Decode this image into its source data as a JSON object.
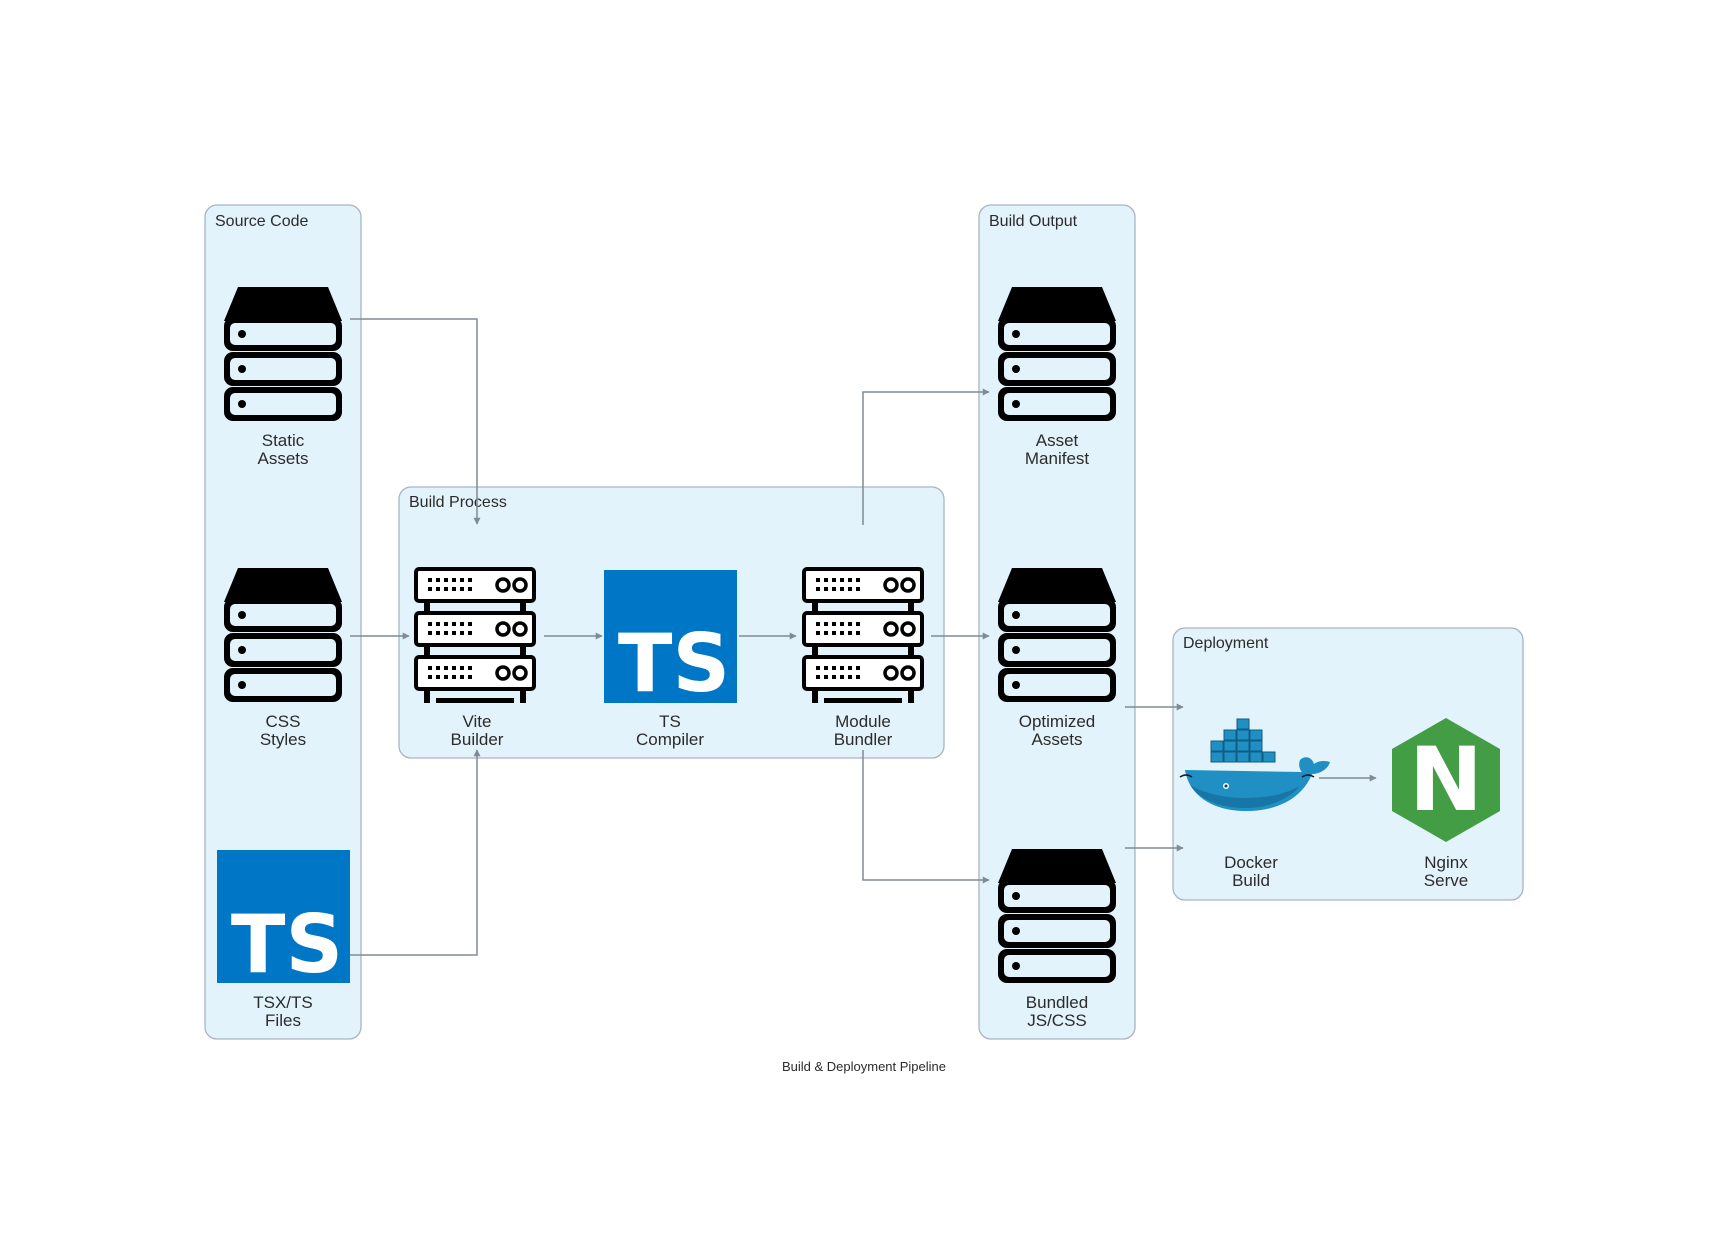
{
  "diagram": {
    "caption": "Build & Deployment Pipeline",
    "clusters": {
      "source": "Source Code",
      "build": "Build Process",
      "output": "Build Output",
      "deploy": "Deployment"
    },
    "nodes": {
      "static_assets": [
        "Static",
        "Assets"
      ],
      "css_styles": [
        "CSS",
        "Styles"
      ],
      "tsx_files": [
        "TSX/TS",
        "Files"
      ],
      "vite_builder": [
        "Vite",
        "Builder"
      ],
      "ts_compiler": [
        "TS",
        "Compiler"
      ],
      "module_bundler": [
        "Module",
        "Bundler"
      ],
      "asset_manifest": [
        "Asset",
        "Manifest"
      ],
      "optimized_assets": [
        "Optimized",
        "Assets"
      ],
      "bundled_js_css": [
        "Bundled",
        "JS/CSS"
      ],
      "docker_build": [
        "Docker",
        "Build"
      ],
      "nginx_serve": [
        "Nginx",
        "Serve"
      ]
    },
    "icons": {
      "static_assets": "storage-icon",
      "css_styles": "storage-icon",
      "tsx_files": "typescript-icon",
      "vite_builder": "server-rack-icon",
      "ts_compiler": "typescript-icon",
      "module_bundler": "server-rack-icon",
      "asset_manifest": "storage-icon",
      "optimized_assets": "storage-icon",
      "bundled_js_css": "storage-icon",
      "docker_build": "docker-icon",
      "nginx_serve": "nginx-icon"
    },
    "icon_glyphs": {
      "typescript": "TS",
      "nginx": "N"
    },
    "colors": {
      "cluster_fill": "#e3f3fb",
      "cluster_stroke": "#a9b4bf",
      "edge": "#7f8b95",
      "typescript": "#0076c6",
      "nginx": "#429d45",
      "docker": "#1f8fc4"
    },
    "edges": [
      [
        "static_assets",
        "vite_builder"
      ],
      [
        "css_styles",
        "vite_builder"
      ],
      [
        "tsx_files",
        "vite_builder"
      ],
      [
        "vite_builder",
        "ts_compiler"
      ],
      [
        "ts_compiler",
        "module_bundler"
      ],
      [
        "module_bundler",
        "asset_manifest"
      ],
      [
        "module_bundler",
        "optimized_assets"
      ],
      [
        "module_bundler",
        "bundled_js_css"
      ],
      [
        "optimized_assets",
        "docker_build"
      ],
      [
        "bundled_js_css",
        "docker_build"
      ],
      [
        "docker_build",
        "nginx_serve"
      ]
    ]
  }
}
